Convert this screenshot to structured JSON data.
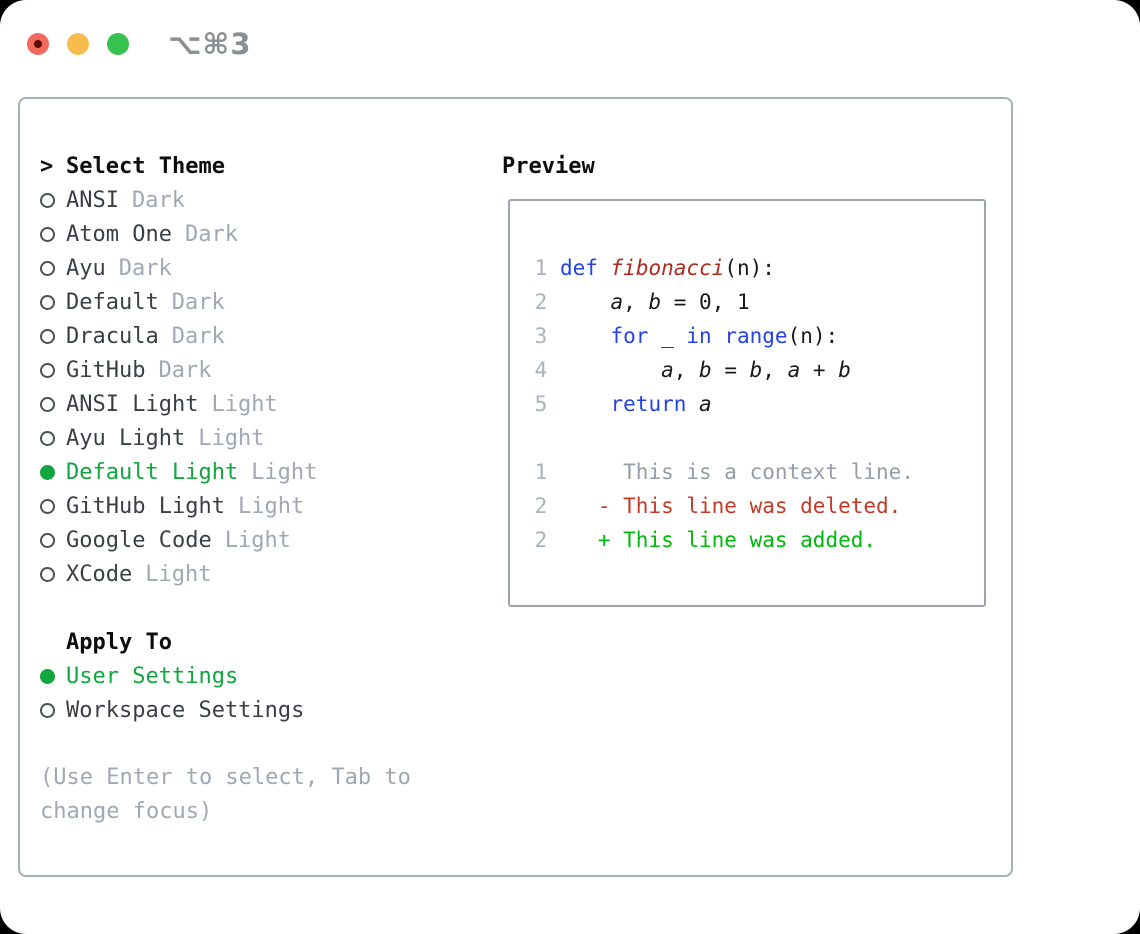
{
  "window": {
    "title_shortcut": "⌥⌘3",
    "traffic_lights": [
      "close",
      "minimize",
      "zoom"
    ]
  },
  "theme_panel": {
    "header": {
      "prefix": ">",
      "label": "Select Theme"
    },
    "items": [
      {
        "name": "ANSI",
        "tag": "Dark",
        "selected": false
      },
      {
        "name": "Atom One",
        "tag": "Dark",
        "selected": false
      },
      {
        "name": "Ayu",
        "tag": "Dark",
        "selected": false
      },
      {
        "name": "Default",
        "tag": "Dark",
        "selected": false
      },
      {
        "name": "Dracula",
        "tag": "Dark",
        "selected": false
      },
      {
        "name": "GitHub",
        "tag": "Dark",
        "selected": false
      },
      {
        "name": "ANSI Light",
        "tag": "Light",
        "selected": false
      },
      {
        "name": "Ayu Light",
        "tag": "Light",
        "selected": false
      },
      {
        "name": "Default Light",
        "tag": "Light",
        "selected": true
      },
      {
        "name": "GitHub Light",
        "tag": "Light",
        "selected": false
      },
      {
        "name": "Google Code",
        "tag": "Light",
        "selected": false
      },
      {
        "name": "XCode",
        "tag": "Light",
        "selected": false
      }
    ],
    "apply_to": {
      "label": "Apply To",
      "options": [
        {
          "name": "User Settings",
          "selected": true
        },
        {
          "name": "Workspace Settings",
          "selected": false
        }
      ]
    },
    "help_text": "(Use Enter to select, Tab to change focus)"
  },
  "preview": {
    "label": "Preview",
    "lines": [
      {
        "segs": [
          {
            "t": " 1 ",
            "c": "ln"
          },
          {
            "t": "def",
            "c": "kw"
          },
          {
            "t": " "
          },
          {
            "t": "fibonacci",
            "c": "fn",
            "i": true
          },
          {
            "t": "(n):"
          }
        ]
      },
      {
        "segs": [
          {
            "t": " 2 ",
            "c": "ln"
          },
          {
            "t": "    "
          },
          {
            "t": "a",
            "i": true
          },
          {
            "t": ", "
          },
          {
            "t": "b",
            "i": true
          },
          {
            "t": " = 0, 1"
          }
        ]
      },
      {
        "segs": [
          {
            "t": " 3 ",
            "c": "ln"
          },
          {
            "t": "    "
          },
          {
            "t": "for",
            "c": "kw"
          },
          {
            "t": " _ "
          },
          {
            "t": "in",
            "c": "kw"
          },
          {
            "t": " "
          },
          {
            "t": "range",
            "c": "kw"
          },
          {
            "t": "(n):"
          }
        ]
      },
      {
        "segs": [
          {
            "t": " 4 ",
            "c": "ln"
          },
          {
            "t": "        "
          },
          {
            "t": "a",
            "i": true
          },
          {
            "t": ", "
          },
          {
            "t": "b",
            "i": true
          },
          {
            "t": " = "
          },
          {
            "t": "b",
            "i": true
          },
          {
            "t": ", "
          },
          {
            "t": "a",
            "i": true
          },
          {
            "t": " + "
          },
          {
            "t": "b",
            "i": true
          }
        ]
      },
      {
        "segs": [
          {
            "t": " 5 ",
            "c": "ln"
          },
          {
            "t": "    "
          },
          {
            "t": "return",
            "c": "kw"
          },
          {
            "t": " "
          },
          {
            "t": "a",
            "i": true
          }
        ]
      },
      {
        "segs": []
      },
      {
        "segs": [
          {
            "t": " 1 ",
            "c": "ln"
          },
          {
            "t": "     This is a context line.",
            "c": "ctx"
          }
        ]
      },
      {
        "segs": [
          {
            "t": " 2 ",
            "c": "ln"
          },
          {
            "t": "   - This line was deleted.",
            "c": "del"
          }
        ]
      },
      {
        "segs": [
          {
            "t": " 2 ",
            "c": "ln"
          },
          {
            "t": "   + This line was added.",
            "c": "add"
          }
        ]
      }
    ]
  },
  "colors": {
    "ui-green": "#11a63f",
    "diff-add": "#00b80a",
    "diff-del": "#c33a28",
    "diff-ctx": "#959da8",
    "kw-blue": "#2443e4",
    "fn-red": "#b02a1c",
    "code-fg": "#17191d",
    "line-num": "#a9b2bd",
    "heading": "#0c0d0f",
    "item-fg": "#3a3f47",
    "muted": "#9fa8b4",
    "panel-border": "#a6aeb9",
    "preview-border": "#9aa3ae",
    "circle-ring": "#4a5057",
    "title-gray": "#8a8f94",
    "tl-red": "#f16a5d",
    "tl-red-dot": "#5f0b00",
    "tl-yellow": "#f6bd4e",
    "tl-green": "#37c24f"
  }
}
